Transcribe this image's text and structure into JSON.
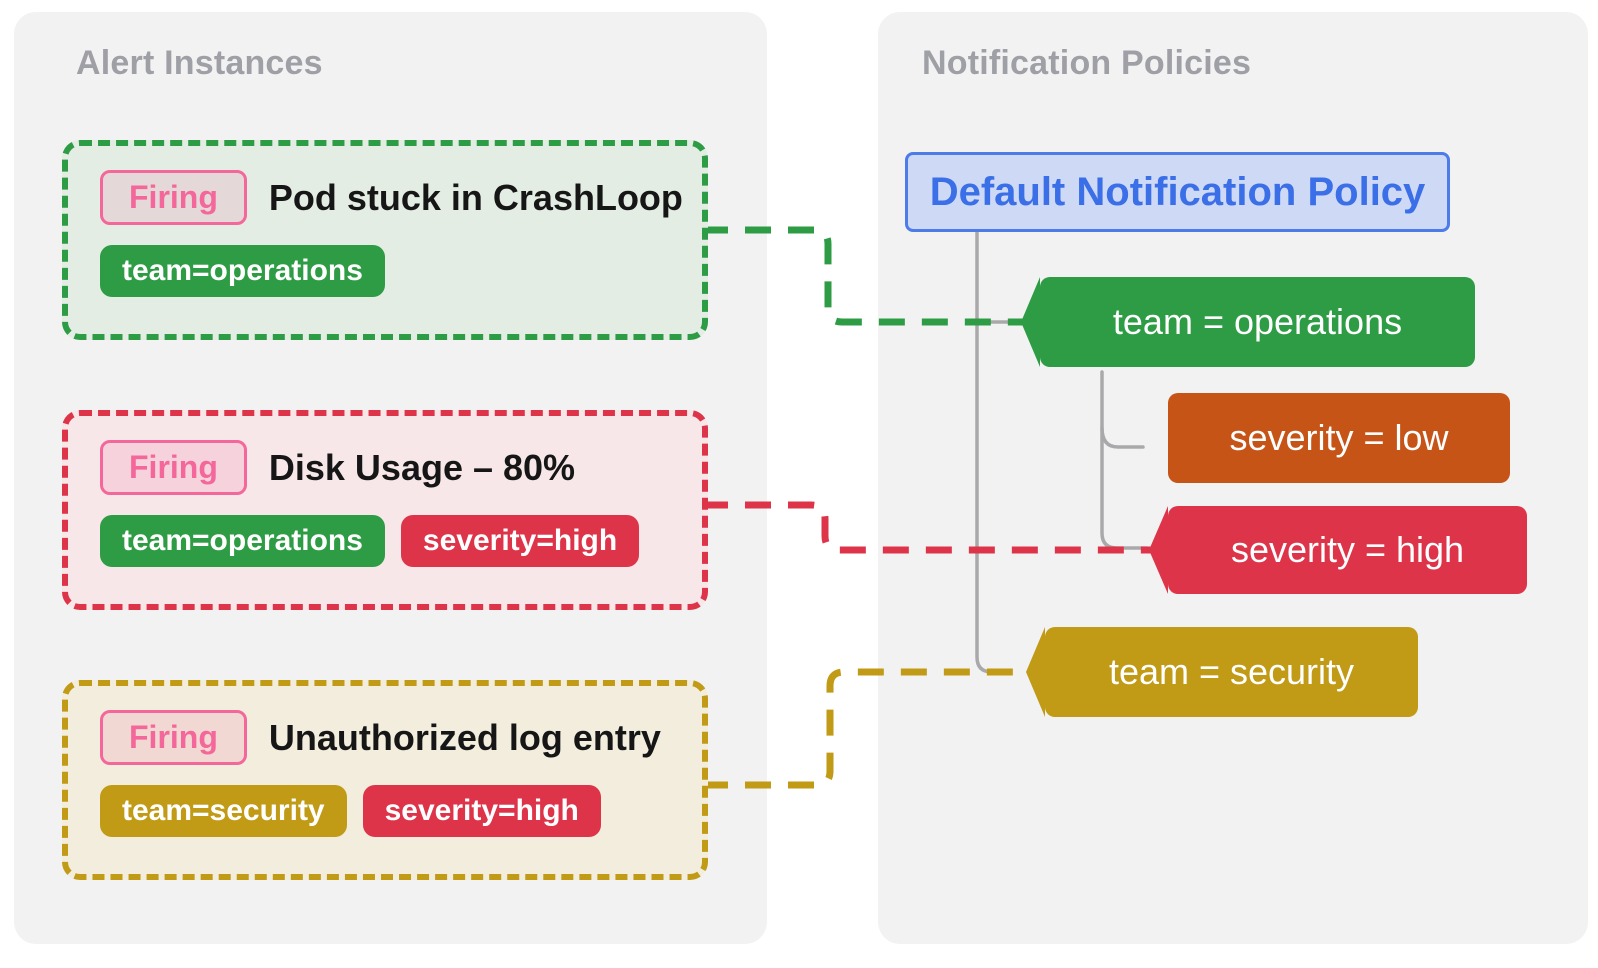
{
  "colors": {
    "green": "#2d9c44",
    "red": "#dd3449",
    "gold": "#c19a16",
    "orange": "#c75417",
    "blue_border": "#4d7ce8",
    "blue_text": "#3b6fe8",
    "blue_bg": "#ced9f5",
    "pink": "#f4679a",
    "pink_bg": "rgba(244,103,154,0.16)",
    "panel_bg": "#f2f2f3",
    "page_bg": "#ffffff",
    "title_gray": "#9fa0a6",
    "line_gray": "#a9a9ab",
    "card1_bg": "#e3ede4",
    "card2_bg": "#f7e7e9",
    "card3_bg": "#f2eddd",
    "card_text": "#161616"
  },
  "alerts_panel": {
    "title": "Alert Instances",
    "cards": [
      {
        "badge": "Firing",
        "title": "Pod stuck in CrashLoop",
        "labels": [
          {
            "text": "team=operations",
            "color": "green"
          }
        ]
      },
      {
        "badge": "Firing",
        "title": "Disk Usage – 80%",
        "labels": [
          {
            "text": "team=operations",
            "color": "green"
          },
          {
            "text": "severity=high",
            "color": "red"
          }
        ]
      },
      {
        "badge": "Firing",
        "title": "Unauthorized log entry",
        "labels": [
          {
            "text": "team=security",
            "color": "gold"
          },
          {
            "text": "severity=high",
            "color": "red"
          }
        ]
      }
    ]
  },
  "policies_panel": {
    "title": "Notification Policies",
    "root_label": "Default Notification Policy",
    "nodes": [
      {
        "label": "team = operations",
        "color": "green"
      },
      {
        "label": "severity = low",
        "color": "orange"
      },
      {
        "label": "severity = high",
        "color": "red"
      },
      {
        "label": "team = security",
        "color": "gold"
      }
    ]
  }
}
